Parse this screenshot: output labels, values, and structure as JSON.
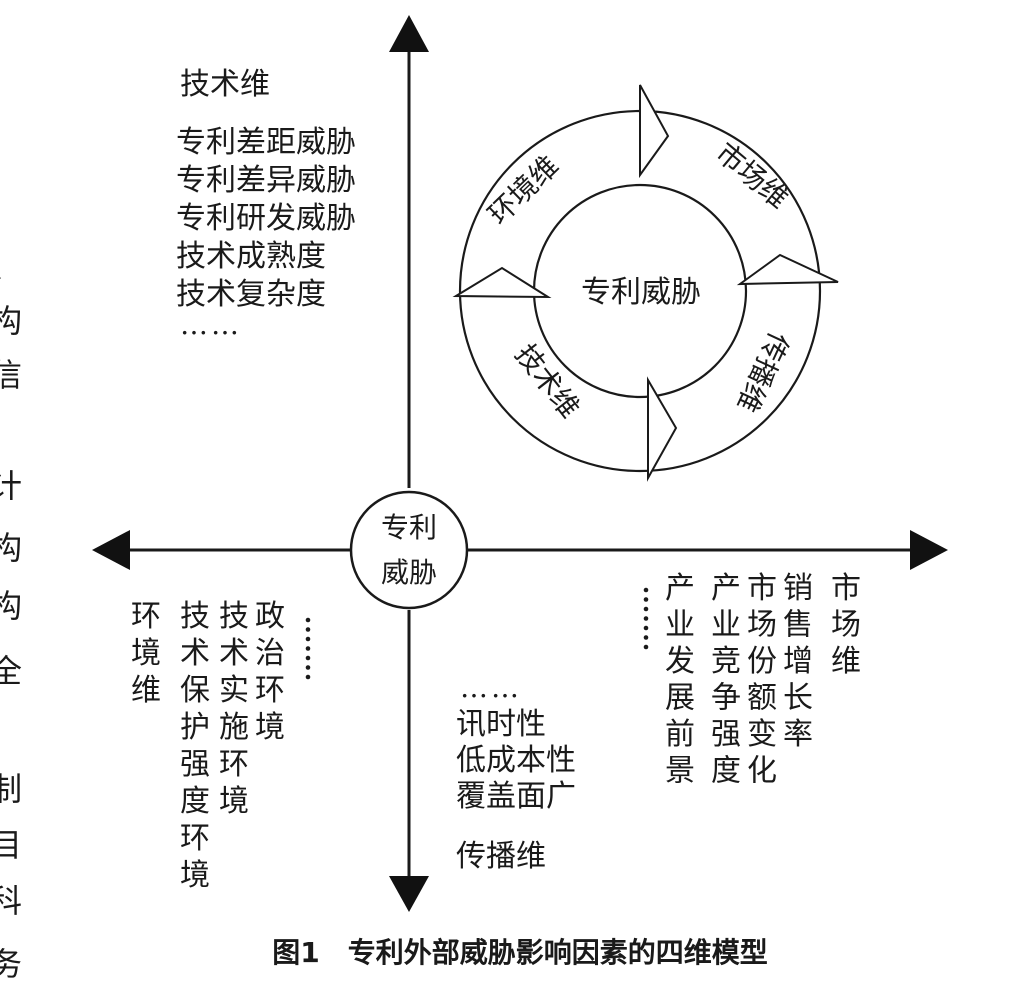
{
  "diagram": {
    "center_label": [
      "专利",
      "威胁"
    ],
    "cycle": {
      "center": "专利威胁",
      "labels": [
        "环境维",
        "市场维",
        "传播维",
        "技术维"
      ]
    },
    "quadrants": {
      "technology": {
        "title": "技术维",
        "items": [
          "专利差距威胁",
          "专利差异威胁",
          "专利研发威胁",
          "技术成熟度",
          "技术复杂度"
        ],
        "ellipsis": "……"
      },
      "environment": {
        "columns": [
          "环境维",
          "技术保护强度环境",
          "技术实施环境",
          "政治环境"
        ],
        "ellipsis": "……"
      },
      "dissemination": {
        "ellipsis": "……",
        "items": [
          "讯时性",
          "低成本性",
          "覆盖面广"
        ],
        "title": "传播维"
      },
      "market": {
        "ellipsis": "……",
        "columns": [
          "产业发展前景",
          "产业竞争强度",
          "市场份额变化",
          "销售增长率",
          "市场维"
        ]
      }
    },
    "caption": "图1　专利外部威胁影响因素的四维模型",
    "left_margin": [
      "、",
      "构",
      "信",
      "计",
      "构",
      "构",
      "全",
      "制",
      "目",
      "科",
      "务"
    ]
  }
}
